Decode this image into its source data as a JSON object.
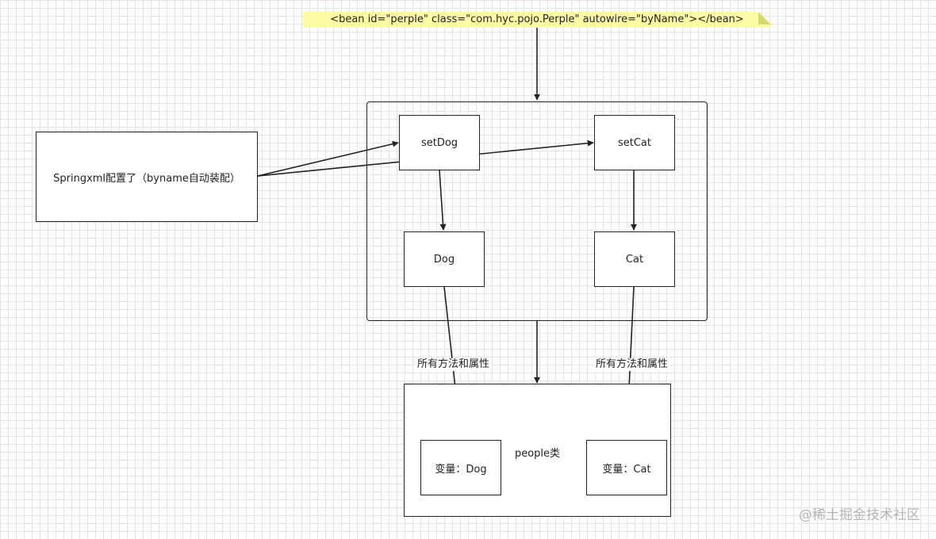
{
  "note": {
    "text": "<bean id=\"perple\" class=\"com.hyc.pojo.Perple\" autowire=\"byName\"></bean>",
    "color": "#fdfda6"
  },
  "springxml": {
    "label": "Springxml配置了（byname自动装配）"
  },
  "set_dog": {
    "label": "setDog"
  },
  "set_cat": {
    "label": "setCat"
  },
  "dog": {
    "label": "Dog"
  },
  "cat": {
    "label": "Cat"
  },
  "people": {
    "label": "people类"
  },
  "var_dog": {
    "label": "变量：Dog"
  },
  "var_cat": {
    "label": "变量：Cat"
  },
  "edge_labels": {
    "left": "所有方法和属性",
    "right": "所有方法和属性"
  },
  "watermark": "@稀土掘金技术社区"
}
